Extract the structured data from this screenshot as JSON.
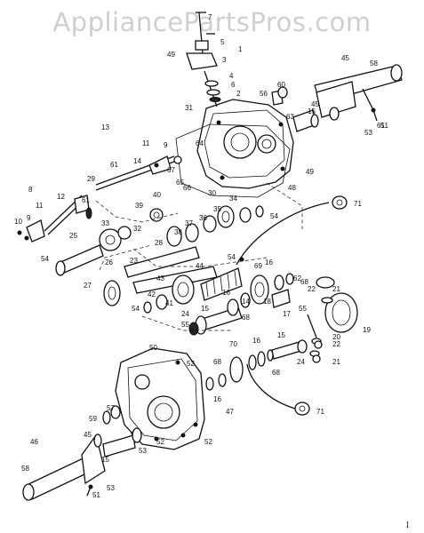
{
  "watermark": "AppliancePartsPros.com",
  "page_number": "1",
  "callouts": [
    "1",
    "2",
    "3",
    "4",
    "5",
    "6",
    "7",
    "8",
    "9",
    "10",
    "11",
    "12",
    "13",
    "14",
    "15",
    "16",
    "17",
    "18",
    "19",
    "20",
    "21",
    "22",
    "23",
    "24",
    "25",
    "26",
    "27",
    "28",
    "29",
    "30",
    "31",
    "32",
    "33",
    "34",
    "35",
    "36",
    "37",
    "38",
    "39",
    "40",
    "41",
    "42",
    "43",
    "44",
    "45",
    "46",
    "47",
    "48",
    "49",
    "50",
    "51",
    "52",
    "53",
    "54",
    "55",
    "56",
    "57",
    "58",
    "59",
    "60",
    "61",
    "62",
    "63",
    "64",
    "65",
    "66",
    "67",
    "68",
    "69",
    "70",
    "71"
  ]
}
